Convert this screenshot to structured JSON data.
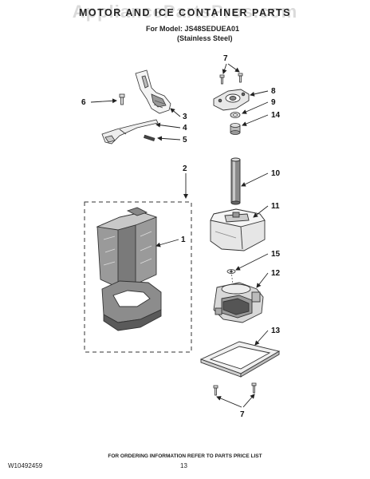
{
  "header": {
    "watermark": "AppliancePartsPros.com",
    "title": "MOTOR AND ICE CONTAINER PARTS",
    "model_line": "For Model: JS48SEDUEA01",
    "variant": "(Stainless Steel)"
  },
  "callouts": [
    {
      "id": "c7-top",
      "number": "7"
    },
    {
      "id": "c8",
      "number": "8"
    },
    {
      "id": "c9",
      "number": "9"
    },
    {
      "id": "c14",
      "number": "14"
    },
    {
      "id": "c6",
      "number": "6"
    },
    {
      "id": "c3",
      "number": "3"
    },
    {
      "id": "c4",
      "number": "4"
    },
    {
      "id": "c5",
      "number": "5"
    },
    {
      "id": "c2",
      "number": "2"
    },
    {
      "id": "c10",
      "number": "10"
    },
    {
      "id": "c11",
      "number": "11"
    },
    {
      "id": "c1",
      "number": "1"
    },
    {
      "id": "c15",
      "number": "15"
    },
    {
      "id": "c12",
      "number": "12"
    },
    {
      "id": "c13",
      "number": "13"
    },
    {
      "id": "c7-bottom",
      "number": "7"
    }
  ],
  "footer": {
    "note": "FOR ORDERING INFORMATION REFER TO PARTS PRICE LIST",
    "doc_number": "W10492459",
    "page_number": "13"
  }
}
